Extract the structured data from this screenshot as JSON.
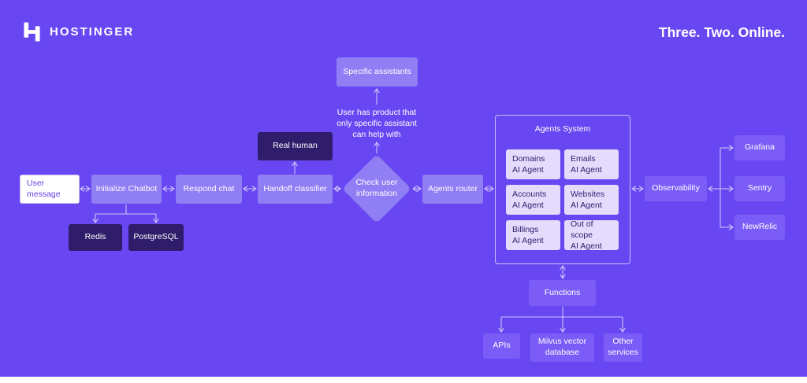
{
  "header": {
    "brand": "HOSTINGER",
    "tagline": "Three. Two. Online."
  },
  "colors": {
    "background": "#6847F2",
    "light_node": "#8F7EF4",
    "mid_node": "#7B5CF6",
    "dark_node": "#2F1C6A",
    "pale_node": "#E3DCFC",
    "arrow": "#CDC3F9",
    "brand_purple": "#673DE6"
  },
  "nodes": {
    "user_message": {
      "label": "User message"
    },
    "initialize_chatbot": {
      "label": "Initialize Chatbot"
    },
    "redis": {
      "label": "Redis"
    },
    "postgresql": {
      "label": "PostgreSQL"
    },
    "respond_chat": {
      "label": "Respond chat"
    },
    "handoff_classifier": {
      "label": "Handoff classifier"
    },
    "real_human": {
      "label": "Real human"
    },
    "specific_assistants": {
      "label": "Specific assistants"
    },
    "handoff_note": {
      "label": "User has product that only specific assistant can help with"
    },
    "check_user_information": {
      "label": "Check user information"
    },
    "agents_router": {
      "label": "Agents router"
    },
    "agents_system": {
      "title": "Agents System",
      "agents": [
        {
          "name": "Domains",
          "sub": "AI Agent"
        },
        {
          "name": "Emails",
          "sub": "AI Agent"
        },
        {
          "name": "Accounts",
          "sub": "AI Agent"
        },
        {
          "name": "Websites",
          "sub": "AI Agent"
        },
        {
          "name": "Billings",
          "sub": "AI Agent"
        },
        {
          "name": "Out of scope",
          "sub": "AI Agent"
        }
      ]
    },
    "observability": {
      "label": "Observability"
    },
    "grafana": {
      "label": "Grafana"
    },
    "sentry": {
      "label": "Sentry"
    },
    "newrelic": {
      "label": "NewRelic"
    },
    "functions": {
      "label": "Functions"
    },
    "apis": {
      "label": "APIs"
    },
    "milvus": {
      "label": "Milvus vector database"
    },
    "other_services": {
      "label": "Other services"
    }
  }
}
